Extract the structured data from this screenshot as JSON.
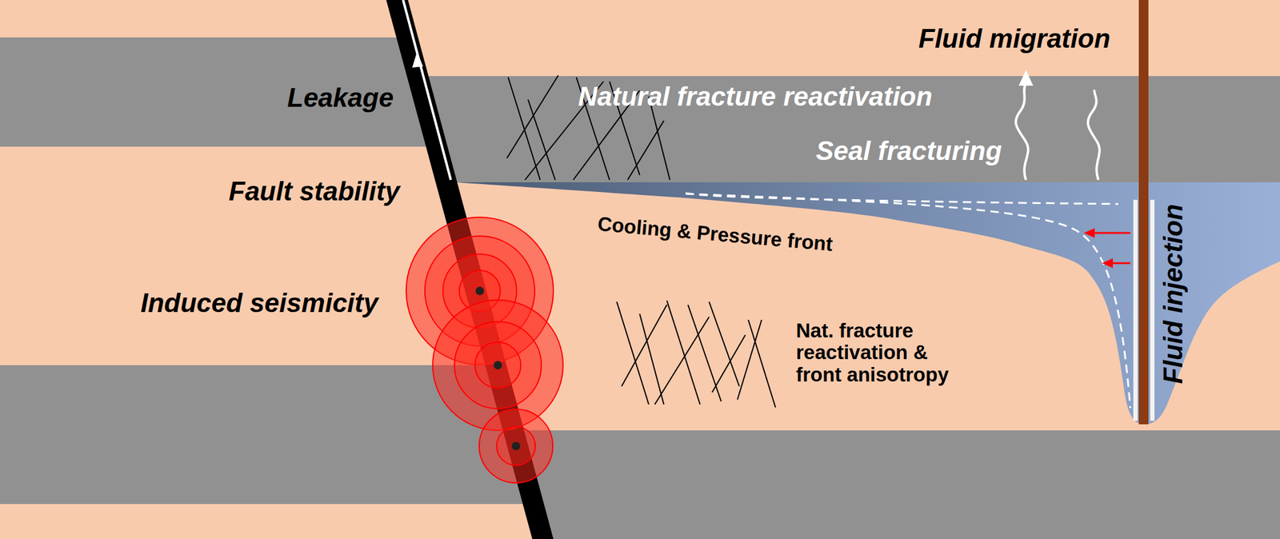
{
  "diagram": {
    "labels": [
      "Fluid migration",
      "Leakage",
      "Natural fracture reactivation",
      "Seal fracturing",
      "Fault stability",
      "Cooling & Pressure front",
      "Induced seismicity",
      "Nat. fracture reactivation & front anisotropy",
      "Fluid injection"
    ]
  }
}
